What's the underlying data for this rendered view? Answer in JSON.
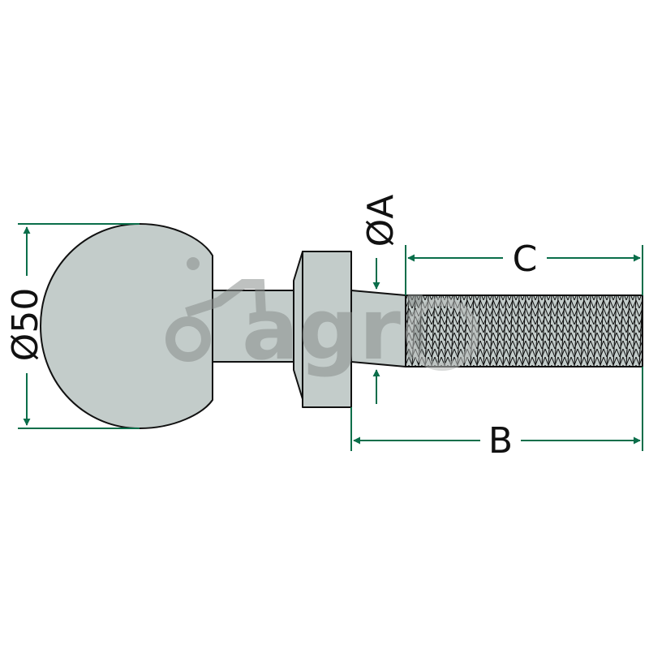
{
  "labels": {
    "diameter_50": "Ø50",
    "diameter_a": "ØA",
    "length_b": "B",
    "length_c": "C"
  },
  "watermark": {
    "text": "agri"
  },
  "colors": {
    "part_fill": "#c3ccca",
    "outline": "#111111",
    "dimension": "#0a6e4a",
    "watermark": "#8a8f8d"
  }
}
